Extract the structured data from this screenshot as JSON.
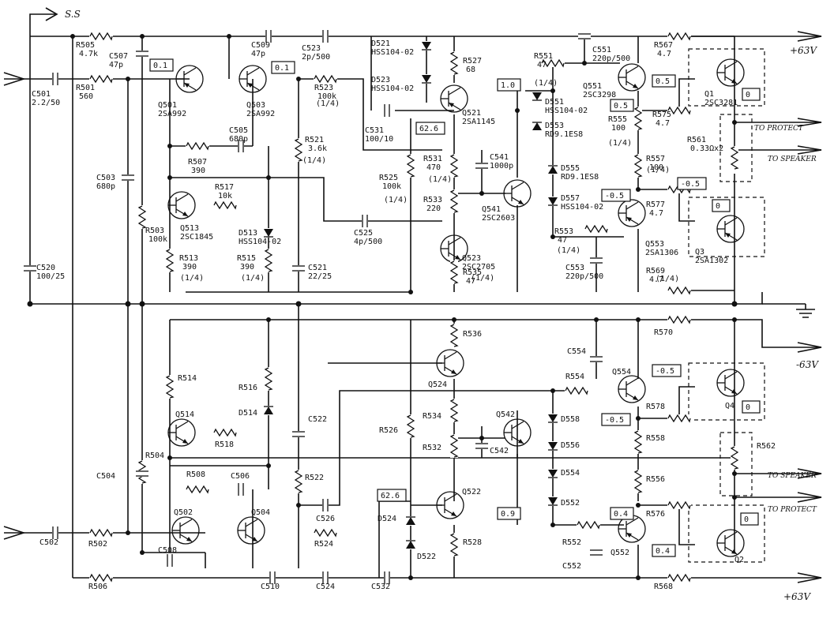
{
  "rails": {
    "ss": "S.S",
    "pos_top": "+63V",
    "neg_mid": "-63V",
    "pos_bot": "+63V"
  },
  "outputs": {
    "to_protect_1": "TO PROTECT",
    "to_speaker_1": "TO SPEAKER",
    "to_speaker_2": "TO SPEAKER",
    "to_protect_2": "TO PROTECT"
  },
  "transistors": [
    {
      "ref": "Q501",
      "part": "2SA992"
    },
    {
      "ref": "Q503",
      "part": "2SA992"
    },
    {
      "ref": "Q513",
      "part": "2SC1845"
    },
    {
      "ref": "Q521",
      "part": "2SA1145"
    },
    {
      "ref": "Q541",
      "part": "2SC2603"
    },
    {
      "ref": "Q523",
      "part": "2SC2705"
    },
    {
      "ref": "Q551",
      "part": "2SC3298"
    },
    {
      "ref": "Q553",
      "part": "2SA1306"
    },
    {
      "ref": "Q1",
      "part": "2SC3281"
    },
    {
      "ref": "Q3",
      "part": "2SA1302"
    },
    {
      "ref": "Q524",
      "part": ""
    },
    {
      "ref": "Q514",
      "part": ""
    },
    {
      "ref": "Q542",
      "part": ""
    },
    {
      "ref": "Q554",
      "part": ""
    },
    {
      "ref": "Q4",
      "part": ""
    },
    {
      "ref": "Q522",
      "part": ""
    },
    {
      "ref": "Q502",
      "part": ""
    },
    {
      "ref": "Q504",
      "part": ""
    },
    {
      "ref": "Q552",
      "part": ""
    },
    {
      "ref": "Q2",
      "part": ""
    }
  ],
  "resistors": [
    {
      "ref": "R505",
      "val": "4.7k"
    },
    {
      "ref": "R501",
      "val": "560"
    },
    {
      "ref": "R523",
      "val": "100k"
    },
    {
      "ref": "R507",
      "val": "390"
    },
    {
      "ref": "R517",
      "val": "10k"
    },
    {
      "ref": "R521",
      "val": "3.6k"
    },
    {
      "ref": "R503",
      "val": "100k"
    },
    {
      "ref": "R513",
      "val": "390"
    },
    {
      "ref": "R515",
      "val": "390"
    },
    {
      "ref": "R527",
      "val": "68"
    },
    {
      "ref": "R531",
      "val": "470"
    },
    {
      "ref": "R525",
      "val": "100k"
    },
    {
      "ref": "R533",
      "val": "220"
    },
    {
      "ref": "R535",
      "val": "47"
    },
    {
      "ref": "R551",
      "val": "47"
    },
    {
      "ref": "R555",
      "val": "100"
    },
    {
      "ref": "R557",
      "val": "100"
    },
    {
      "ref": "R553",
      "val": "47"
    },
    {
      "ref": "R567",
      "val": "4.7"
    },
    {
      "ref": "R575",
      "val": "4.7"
    },
    {
      "ref": "R577",
      "val": "4.7"
    },
    {
      "ref": "R569",
      "val": "4.7"
    },
    {
      "ref": "R561",
      "val": "0.33Ωx2"
    },
    {
      "ref": "R536",
      "val": ""
    },
    {
      "ref": "R570",
      "val": ""
    },
    {
      "ref": "R554",
      "val": ""
    },
    {
      "ref": "R514",
      "val": ""
    },
    {
      "ref": "R516",
      "val": ""
    },
    {
      "ref": "R518",
      "val": ""
    },
    {
      "ref": "R534",
      "val": ""
    },
    {
      "ref": "R526",
      "val": ""
    },
    {
      "ref": "R532",
      "val": ""
    },
    {
      "ref": "R578",
      "val": ""
    },
    {
      "ref": "R558",
      "val": ""
    },
    {
      "ref": "R504",
      "val": ""
    },
    {
      "ref": "R508",
      "val": ""
    },
    {
      "ref": "R522",
      "val": ""
    },
    {
      "ref": "R524",
      "val": ""
    },
    {
      "ref": "R556",
      "val": ""
    },
    {
      "ref": "R562",
      "val": ""
    },
    {
      "ref": "R576",
      "val": ""
    },
    {
      "ref": "R528",
      "val": ""
    },
    {
      "ref": "R552",
      "val": ""
    },
    {
      "ref": "R502",
      "val": ""
    },
    {
      "ref": "R506",
      "val": ""
    },
    {
      "ref": "R568",
      "val": ""
    }
  ],
  "capacitors": [
    {
      "ref": "C501",
      "val": "2.2/50"
    },
    {
      "ref": "C507",
      "val": "47p"
    },
    {
      "ref": "C509",
      "val": "47p"
    },
    {
      "ref": "C523",
      "val": "2p/500"
    },
    {
      "ref": "C505",
      "val": "680p"
    },
    {
      "ref": "C503",
      "val": "680p"
    },
    {
      "ref": "C521",
      "val": "22/25"
    },
    {
      "ref": "C520",
      "val": "100/25"
    },
    {
      "ref": "C531",
      "val": "100/10"
    },
    {
      "ref": "C541",
      "val": "1000p"
    },
    {
      "ref": "C525",
      "val": "4p/500"
    },
    {
      "ref": "C551",
      "val": "220p/500"
    },
    {
      "ref": "C553",
      "val": "220p/500"
    },
    {
      "ref": "C554",
      "val": ""
    },
    {
      "ref": "C522",
      "val": ""
    },
    {
      "ref": "C542",
      "val": ""
    },
    {
      "ref": "C504",
      "val": ""
    },
    {
      "ref": "C506",
      "val": ""
    },
    {
      "ref": "C526",
      "val": ""
    },
    {
      "ref": "C508",
      "val": ""
    },
    {
      "ref": "C502",
      "val": ""
    },
    {
      "ref": "C510",
      "val": ""
    },
    {
      "ref": "C524",
      "val": ""
    },
    {
      "ref": "C552",
      "val": ""
    },
    {
      "ref": "C532",
      "val": ""
    }
  ],
  "diodes": [
    {
      "ref": "D521",
      "part": "HSS104-02"
    },
    {
      "ref": "D523",
      "part": "HSS104-02"
    },
    {
      "ref": "D551",
      "part": "HSS104-02"
    },
    {
      "ref": "D553",
      "part": "RD9.1ES8"
    },
    {
      "ref": "D555",
      "part": "RD9.1ES8"
    },
    {
      "ref": "D557",
      "part": "HSS104-02"
    },
    {
      "ref": "D513",
      "part": "HSS104-02"
    },
    {
      "ref": "D514",
      "part": ""
    },
    {
      "ref": "D558",
      "part": ""
    },
    {
      "ref": "D556",
      "part": ""
    },
    {
      "ref": "D554",
      "part": ""
    },
    {
      "ref": "D552",
      "part": ""
    },
    {
      "ref": "D524",
      "part": ""
    },
    {
      "ref": "D522",
      "part": ""
    }
  ],
  "voltages": {
    "v_q501": "0.1",
    "v_q503": "0.1",
    "v_q521": "62.6",
    "v_d551": "1.0",
    "v_q551_b": "0.5",
    "v_q551_e": "0.5",
    "v_q1": "0",
    "v_q553_b": "-0.5",
    "v_q3_b": "-0.5",
    "v_q3": "0",
    "v_q554_b": "-0.5",
    "v_q554_e": "-0.5",
    "v_q4": "0",
    "v_q522": "62.6",
    "v_d552": "0.9",
    "v_q552_b": "0.4",
    "v_q2_b": "0.4",
    "v_q2": "0"
  },
  "quarter_watt": "(1/4)"
}
